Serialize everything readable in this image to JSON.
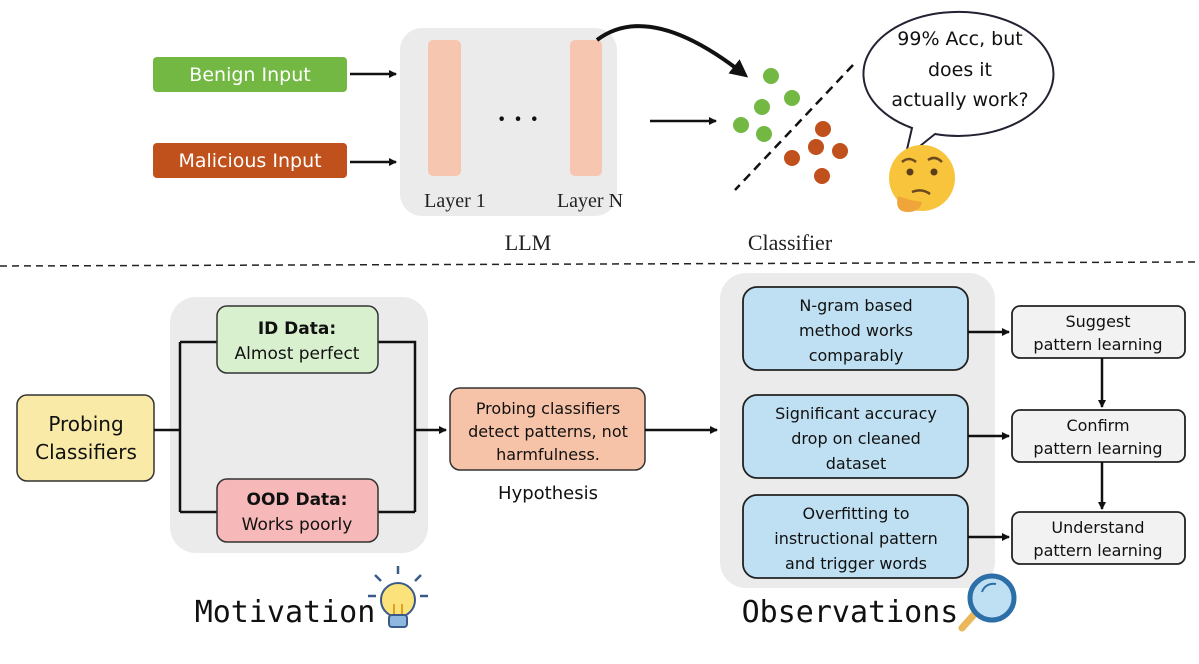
{
  "top": {
    "benign_label": "Benign Input",
    "malicious_label": "Malicious Input",
    "layer1_label": "Layer 1",
    "layerN_label": "Layer N",
    "dots": "· · ·",
    "llm_label": "LLM",
    "classifier_label": "Classifier",
    "bubble_lines": [
      "99% Acc, but",
      "does it",
      "actually work?"
    ],
    "colors": {
      "benign": "#72b843",
      "malicious": "#c0501c",
      "layer": "#f6c6b0",
      "panel": "#ebebeb"
    }
  },
  "bottom": {
    "probing_lines": [
      "Probing",
      "Classifiers"
    ],
    "id_title": "ID Data:",
    "id_text": "Almost perfect",
    "ood_title": "OOD Data:",
    "ood_text": "Works poorly",
    "hypothesis_lines": [
      "Probing classifiers",
      "detect patterns, not",
      "harmfulness."
    ],
    "hypothesis_label": "Hypothesis",
    "motivation_label": "Motivation",
    "observations_label": "Observations",
    "observations": [
      [
        "N-gram based",
        "method works",
        "comparably"
      ],
      [
        "Significant accuracy",
        "drop on cleaned",
        "dataset"
      ],
      [
        "Overfitting to",
        "instructional pattern",
        "and trigger words"
      ]
    ],
    "conclusions": [
      [
        "Suggest",
        "pattern learning"
      ],
      [
        "Confirm",
        "pattern learning"
      ],
      [
        "Understand",
        "pattern learning"
      ]
    ],
    "icons": [
      "lightbulb-icon",
      "magnifier-icon",
      "thinking-face-icon"
    ]
  }
}
